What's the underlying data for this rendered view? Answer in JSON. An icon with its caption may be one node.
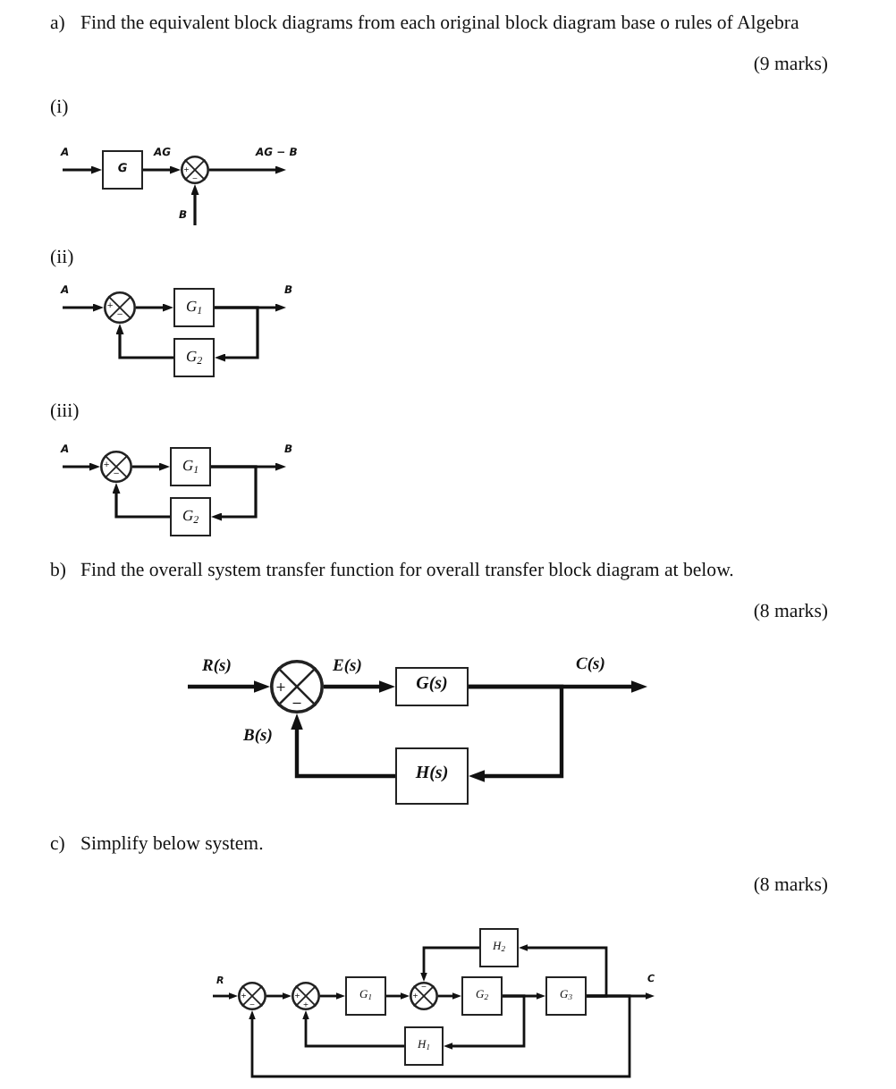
{
  "diagram": {
    "nodes": [
      {
        "text": [
          "G"
        ]
      },
      {
        "text": [
          "+",
          "−"
        ]
      },
      {
        "text": [
          "+",
          "−"
        ]
      },
      {
        "text": [
          "G$_{1}$"
        ]
      },
      {
        "text": [
          "G$_{2}$"
        ]
      },
      {
        "text": [
          "+",
          "−"
        ]
      },
      {
        "text": [
          "G$_{1}$"
        ]
      },
      {
        "text": [
          "G$_{2}$"
        ]
      },
      {
        "text": [
          "+",
          "−"
        ]
      },
      {
        "text": [
          "G(s)"
        ]
      },
      {
        "text": [
          "H(s)"
        ]
      },
      {
        "text": [
          "H$_{2}$"
        ]
      },
      {
        "text": [
          "+",
          "−"
        ]
      },
      {
        "text": [
          "+",
          "+"
        ]
      },
      {
        "text": [
          "G$_{1}$"
        ]
      },
      {
        "text": [
          "−",
          "+"
        ]
      },
      {
        "text": [
          "G$_{2}$"
        ]
      },
      {
        "text": [
          "G$_{3}$"
        ]
      },
      {
        "text": [
          "H$_{1}$"
        ]
      }
    ],
    "edges": [
      {
        "from": null,
        "to": 0,
        "arrow": "to",
        "label": "A"
      },
      {
        "from": 0,
        "to": 1,
        "arrow": "to",
        "label": "AG"
      },
      {
        "from": null,
        "to": 1,
        "arrow": "to",
        "label": "B"
      },
      {
        "from": 1,
        "to": null,
        "arrow": "to",
        "label": "AG − B"
      },
      {
        "from": null,
        "to": 2,
        "arrow": "to",
        "label": "A"
      },
      {
        "from": 2,
        "to": 3,
        "arrow": "to"
      },
      {
        "from": 3,
        "to": null,
        "arrow": "to",
        "label": "B"
      },
      {
        "from": 3,
        "to": 4,
        "arrow": "to"
      },
      {
        "from": 4,
        "to": 2,
        "arrow": "to"
      },
      {
        "from": null,
        "to": 5,
        "arrow": "to",
        "label": "A"
      },
      {
        "from": 5,
        "to": 6,
        "arrow": "to"
      },
      {
        "from": 6,
        "to": null,
        "arrow": "to",
        "label": "B"
      },
      {
        "from": 6,
        "to": 7,
        "arrow": "to"
      },
      {
        "from": 7,
        "to": 5,
        "arrow": "to"
      },
      {
        "from": null,
        "to": 8,
        "arrow": "to",
        "label": "R(s)"
      },
      {
        "from": 8,
        "to": 9,
        "arrow": "to",
        "label": "E(s)"
      },
      {
        "from": 9,
        "to": null,
        "arrow": "to",
        "label": "C(s)"
      },
      {
        "from": 9,
        "to": 10,
        "arrow": "to"
      },
      {
        "from": 10,
        "to": 8,
        "arrow": "to",
        "label": "B(s)"
      },
      {
        "from": null,
        "to": 12,
        "arrow": "to",
        "label": "R"
      },
      {
        "from": 12,
        "to": 13,
        "arrow": "to"
      },
      {
        "from": 13,
        "to": 14,
        "arrow": "to"
      },
      {
        "from": 14,
        "to": 15,
        "arrow": "to"
      },
      {
        "from": 15,
        "to": 16,
        "arrow": "to"
      },
      {
        "from": 16,
        "to": 17,
        "arrow": "to"
      },
      {
        "from": 16,
        "to": 18,
        "arrow": "to"
      },
      {
        "from": 18,
        "to": 13,
        "arrow": "to"
      },
      {
        "from": 17,
        "to": null,
        "arrow": "to",
        "label": "C"
      },
      {
        "from": 17,
        "to": 11,
        "arrow": "to"
      },
      {
        "from": 11,
        "to": 15,
        "arrow": "to"
      },
      {
        "from": 17,
        "to": 12,
        "arrow": "to"
      }
    ],
    "labels": [
      "a)",
      "Find the equivalent block diagrams from each original block diagram base o rules of Algebra",
      "(9 marks)",
      "(i)",
      "(ii)",
      "(iii)",
      "b)",
      "Find the overall system transfer function for overall transfer block diagram at below.",
      "(8 marks)",
      "c)",
      "Simplify below system.",
      "(8 marks)"
    ]
  }
}
